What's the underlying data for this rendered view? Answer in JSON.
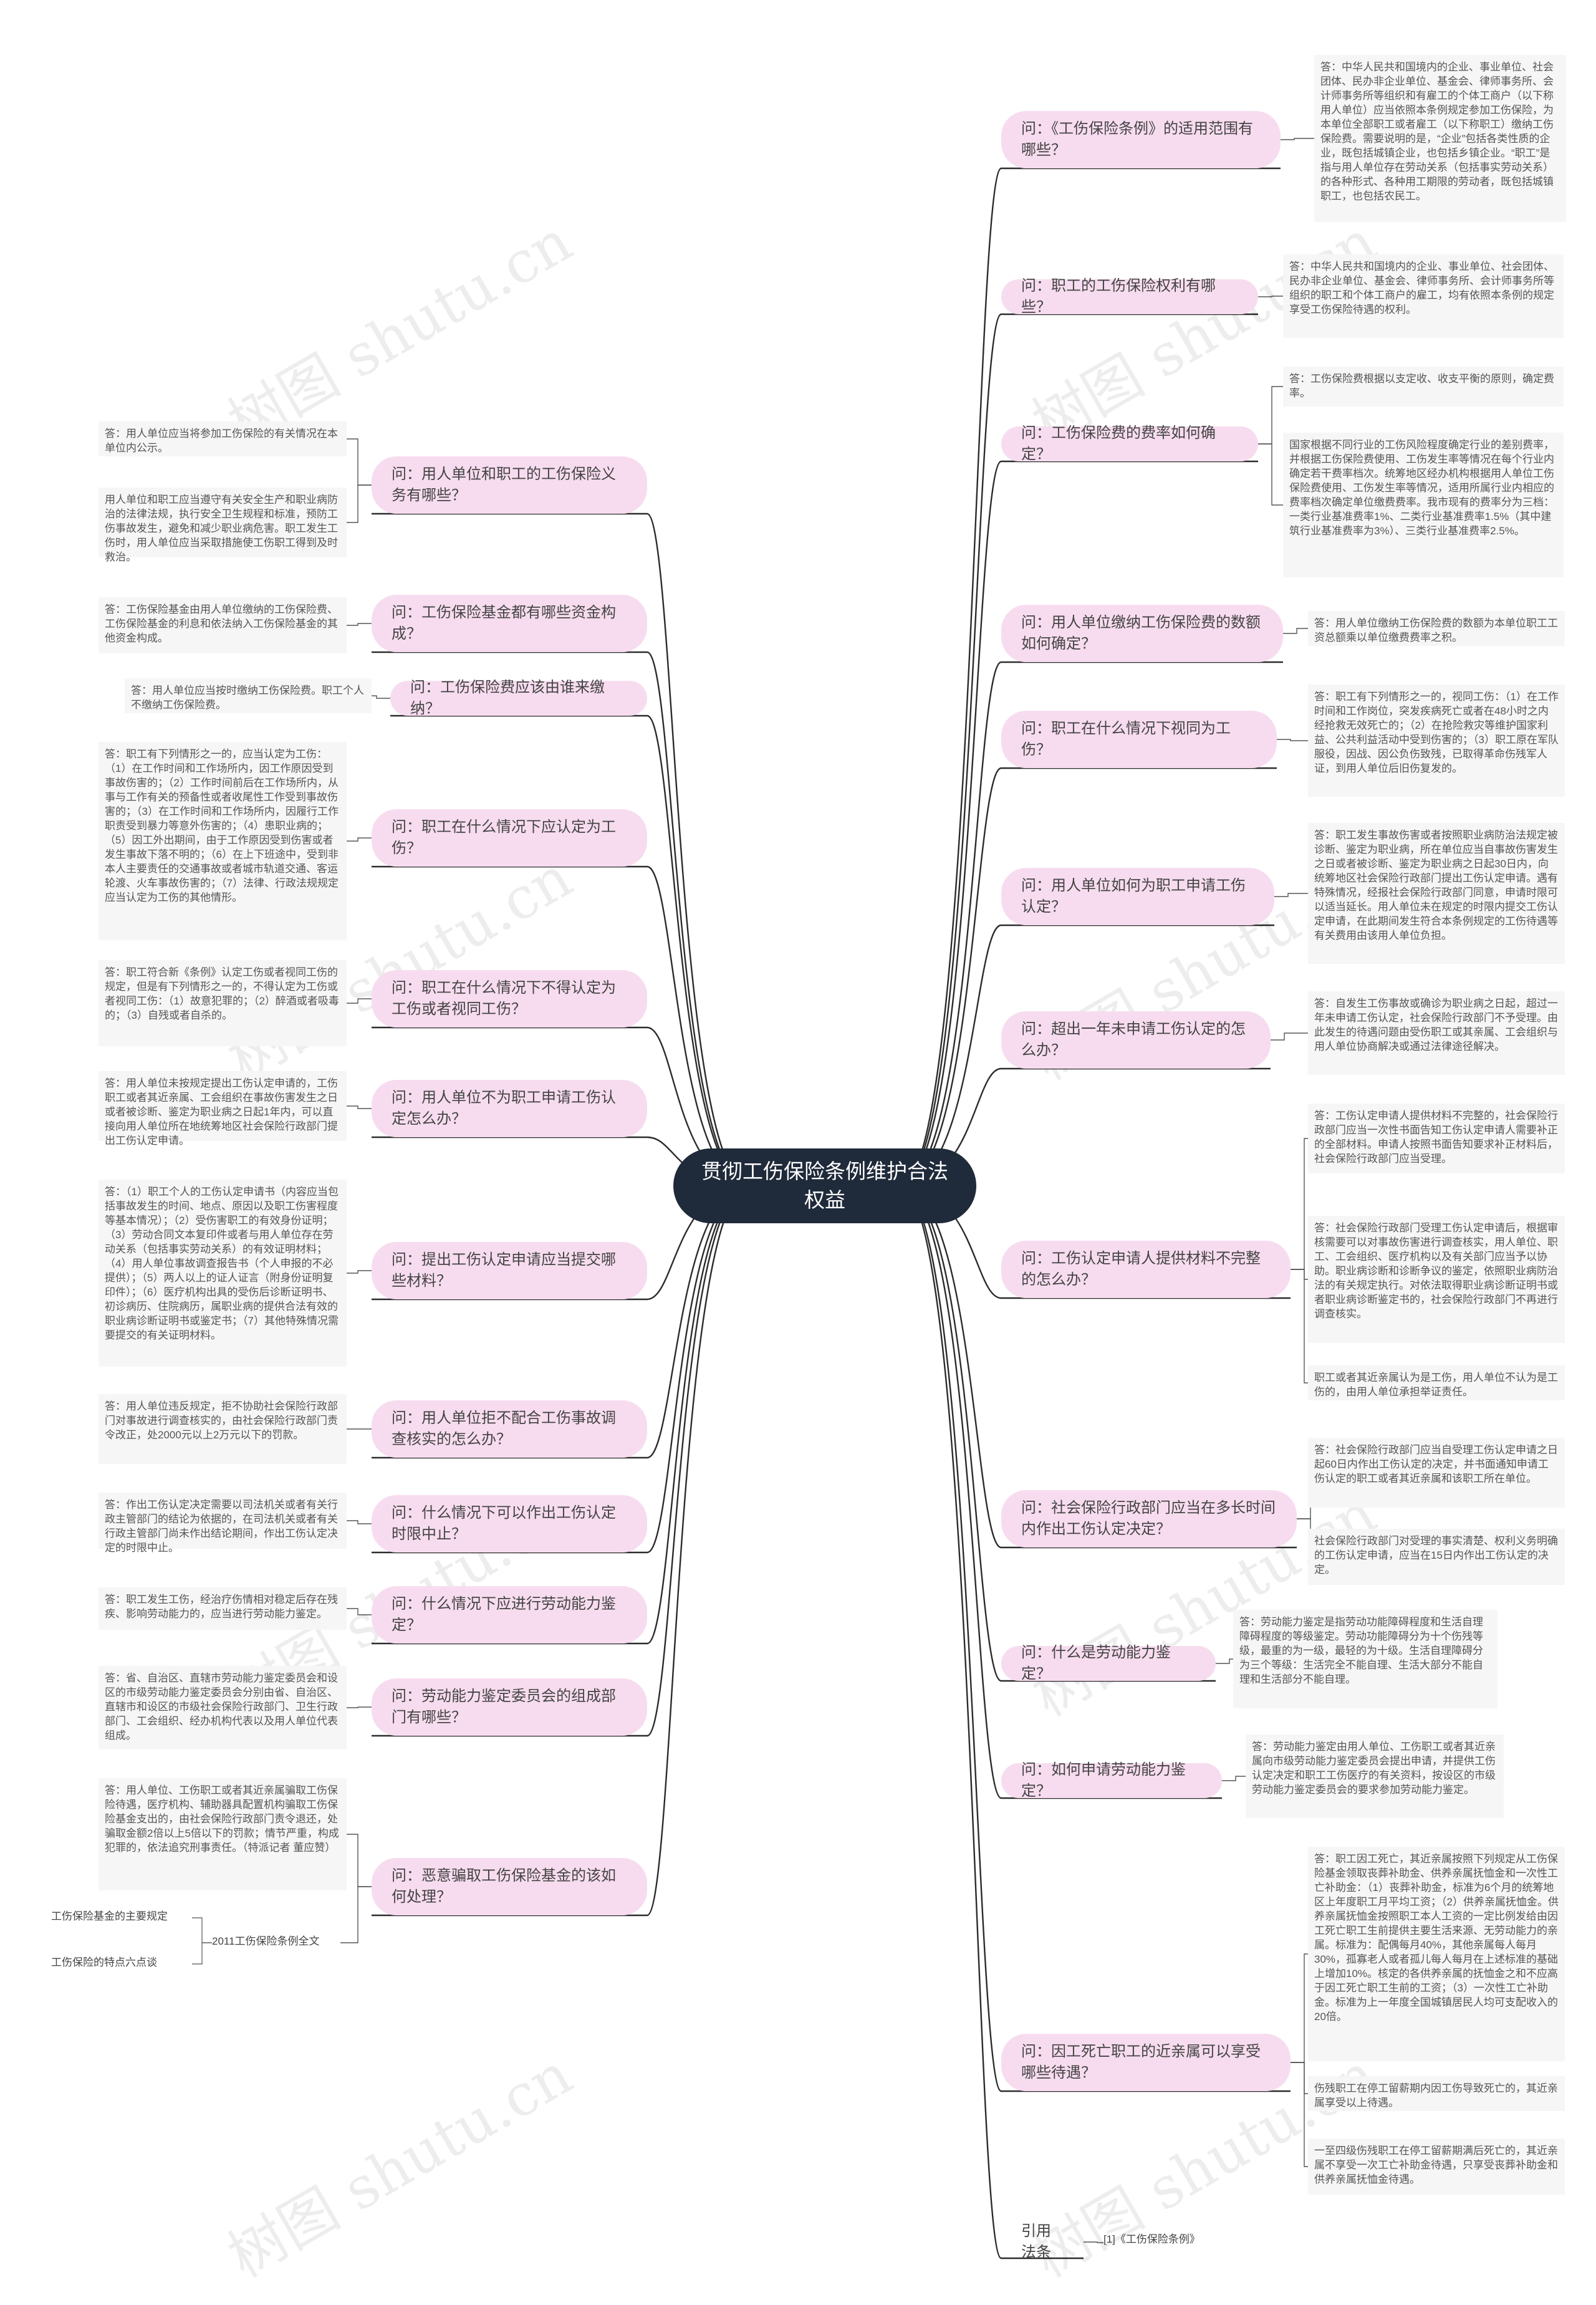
{
  "center": "贯彻工伤保险条例维护合法权益",
  "watermark": "树图 shutu.cn",
  "right": [
    {
      "q": "问：《工伤保险条例》的适用范围有哪些？",
      "answers": [
        "答：中华人民共和国境内的企业、事业单位、社会团体、民办非企业单位、基金会、律师事务所、会计师事务所等组织和有雇工的个体工商户（以下称用人单位）应当依照本条例规定参加工伤保险，为本单位全部职工或者雇工（以下称职工）缴纳工伤保险费。需要说明的是，“企业”包括各类性质的企业，既包括城镇企业，也包括乡镇企业。“职工”是指与用人单位存在劳动关系（包括事实劳动关系）的各种形式、各种用工期限的劳动者，既包括城镇职工，也包括农民工。"
      ]
    },
    {
      "q": "问：职工的工伤保险权利有哪些？",
      "answers": [
        "答：中华人民共和国境内的企业、事业单位、社会团体、民办非企业单位、基金会、律师事务所、会计师事务所等组织的职工和个体工商户的雇工，均有依照本条例的规定享受工伤保险待遇的权利。"
      ]
    },
    {
      "q": "问：工伤保险费的费率如何确定？",
      "answers": [
        "答：工伤保险费根据以支定收、收支平衡的原则，确定费率。",
        "国家根据不同行业的工伤风险程度确定行业的差别费率，并根据工伤保险费使用、工伤发生率等情况在每个行业内确定若干费率档次。统筹地区经办机构根据用人单位工伤保险费使用、工伤发生率等情况，适用所属行业内相应的费率档次确定单位缴费费率。我市现有的费率分为三档：一类行业基准费率1%、二类行业基准费率1.5%（其中建筑行业基准费率为3%）、三类行业基准费率2.5%。"
      ]
    },
    {
      "q": "问：用人单位缴纳工伤保险费的数额如何确定？",
      "answers": [
        "答：用人单位缴纳工伤保险费的数额为本单位职工工资总额乘以单位缴费费率之积。"
      ]
    },
    {
      "q": "问：职工在什么情况下视同为工伤？",
      "answers": [
        "答：职工有下列情形之一的，视同工伤：（1）在工作时间和工作岗位，突发疾病死亡或者在48小时之内经抢救无效死亡的；（2）在抢险救灾等维护国家利益、公共利益活动中受到伤害的；（3）职工原在军队服役，因战、因公负伤致残，已取得革命伤残军人证，到用人单位后旧伤复发的。"
      ]
    },
    {
      "q": "问：用人单位如何为职工申请工伤认定？",
      "answers": [
        "答：职工发生事故伤害或者按照职业病防治法规定被诊断、鉴定为职业病，所在单位应当自事故伤害发生之日或者被诊断、鉴定为职业病之日起30日内，向统筹地区社会保险行政部门提出工伤认定申请。遇有特殊情况，经报社会保险行政部门同意，申请时限可以适当延长。用人单位未在规定的时限内提交工伤认定申请，在此期间发生符合本条例规定的工伤待遇等有关费用由该用人单位负担。"
      ]
    },
    {
      "q": "问：超出一年未申请工伤认定的怎么办？",
      "answers": [
        "答：自发生工伤事故或确诊为职业病之日起，超过一年未申请工伤认定，社会保险行政部门不予受理。由此发生的待遇问题由受伤职工或其亲属、工会组织与用人单位协商解决或通过法律途径解决。"
      ]
    },
    {
      "q": "问：工伤认定申请人提供材料不完整的怎么办？",
      "answers": [
        "答：工伤认定申请人提供材料不完整的，社会保险行政部门应当一次性书面告知工伤认定申请人需要补正的全部材料。申请人按照书面告知要求补正材料后，社会保险行政部门应当受理。",
        "答：社会保险行政部门受理工伤认定申请后，根据审核需要可以对事故伤害进行调查核实，用人单位、职工、工会组织、医疗机构以及有关部门应当予以协助。职业病诊断和诊断争议的鉴定，依照职业病防治法的有关规定执行。对依法取得职业病诊断证明书或者职业病诊断鉴定书的，社会保险行政部门不再进行调查核实。",
        "职工或者其近亲属认为是工伤，用人单位不认为是工伤的，由用人单位承担举证责任。"
      ]
    },
    {
      "q": "问：社会保险行政部门应当在多长时间内作出工伤认定决定？",
      "answers": [
        "答：社会保险行政部门应当自受理工伤认定申请之日起60日内作出工伤认定的决定，并书面通知申请工伤认定的职工或者其近亲属和该职工所在单位。",
        "社会保险行政部门对受理的事实清楚、权利义务明确的工伤认定申请，应当在15日内作出工伤认定的决定。"
      ]
    },
    {
      "q": "问：什么是劳动能力鉴定？",
      "answers": [
        "答：劳动能力鉴定是指劳动功能障碍程度和生活自理障碍程度的等级鉴定。劳动功能障碍分为十个伤残等级，最重的为一级，最轻的为十级。生活自理障碍分为三个等级：生活完全不能自理、生活大部分不能自理和生活部分不能自理。"
      ]
    },
    {
      "q": "问：如何申请劳动能力鉴定？",
      "answers": [
        "答：劳动能力鉴定由用人单位、工伤职工或者其近亲属向市级劳动能力鉴定委员会提出申请，并提供工伤认定决定和职工工伤医疗的有关资料，按设区的市级劳动能力鉴定委员会的要求参加劳动能力鉴定。"
      ]
    },
    {
      "q": "问：因工死亡职工的近亲属可以享受哪些待遇？",
      "answers": [
        "答：职工因工死亡，其近亲属按照下列规定从工伤保险基金领取丧葬补助金、供养亲属抚恤金和一次性工亡补助金：（1）丧葬补助金，标准为6个月的统筹地区上年度职工月平均工资；（2）供养亲属抚恤金。供养亲属抚恤金按照职工本人工资的一定比例发给由因工死亡职工生前提供主要生活来源、无劳动能力的亲属。标准为：配偶每月40%，其他亲属每人每月30%，孤寡老人或者孤儿每人每月在上述标准的基础上增加10%。核定的各供养亲属的抚恤金之和不应高于因工死亡职工生前的工资；（3）一次性工亡补助金。标准为上一年度全国城镇居民人均可支配收入的20倍。",
        "伤残职工在停工留薪期内因工伤导致死亡的，其近亲属享受以上待遇。",
        "一至四级伤残职工在停工留薪期满后死亡的，其近亲属不享受一次工亡补助金待遇，只享受丧葬补助金和供养亲属抚恤金待遇。"
      ]
    },
    {
      "q": "引用法条",
      "answers": [
        "[1]《工伤保险条例》"
      ]
    }
  ],
  "left": [
    {
      "q": "问：用人单位和职工的工伤保险义务有哪些？",
      "answers": [
        "答：用人单位应当将参加工伤保险的有关情况在本单位内公示。",
        "用人单位和职工应当遵守有关安全生产和职业病防治的法律法规，执行安全卫生规程和标准，预防工伤事故发生，避免和减少职业病危害。职工发生工伤时，用人单位应当采取措施使工伤职工得到及时救治。"
      ]
    },
    {
      "q": "问：工伤保险基金都有哪些资金构成？",
      "answers": [
        "答：工伤保险基金由用人单位缴纳的工伤保险费、工伤保险基金的利息和依法纳入工伤保险基金的其他资金构成。"
      ]
    },
    {
      "q": "问：工伤保险费应该由谁来缴纳？",
      "answers": [
        "答：用人单位应当按时缴纳工伤保险费。职工个人不缴纳工伤保险费。"
      ]
    },
    {
      "q": "问：职工在什么情况下应认定为工伤？",
      "answers": [
        "答：职工有下列情形之一的，应当认定为工伤：（1）在工作时间和工作场所内，因工作原因受到事故伤害的；（2）工作时间前后在工作场所内，从事与工作有关的预备性或者收尾性工作受到事故伤害的；（3）在工作时间和工作场所内，因履行工作职责受到暴力等意外伤害的；（4）患职业病的；（5）因工外出期间，由于工作原因受到伤害或者发生事故下落不明的；（6）在上下班途中，受到非本人主要责任的交通事故或者城市轨道交通、客运轮渡、火车事故伤害的；（7）法律、行政法规规定应当认定为工伤的其他情形。"
      ]
    },
    {
      "q": "问：职工在什么情况下不得认定为工伤或者视同工伤？",
      "answers": [
        "答：职工符合新《条例》认定工伤或者视同工伤的规定，但是有下列情形之一的，不得认定为工伤或者视同工伤：（1）故意犯罪的；（2）醉酒或者吸毒的；（3）自残或者自杀的。"
      ]
    },
    {
      "q": "问：用人单位不为职工申请工伤认定怎么办？",
      "answers": [
        "答：用人单位未按规定提出工伤认定申请的，工伤职工或者其近亲属、工会组织在事故伤害发生之日或者被诊断、鉴定为职业病之日起1年内，可以直接向用人单位所在地统筹地区社会保险行政部门提出工伤认定申请。"
      ]
    },
    {
      "q": "问：提出工伤认定申请应当提交哪些材料？",
      "answers": [
        "答：（1）职工个人的工伤认定申请书（内容应当包括事故发生的时间、地点、原因以及职工伤害程度等基本情况）；（2）受伤害职工的有效身份证明；（3）劳动合同文本复印件或者与用人单位存在劳动关系（包括事实劳动关系）的有效证明材料；（4）用人单位事故调查报告书（个人申报的不必提供）；（5）两人以上的证人证言（附身份证明复印件）；（6）医疗机构出具的受伤后诊断证明书、初诊病历、住院病历，属职业病的提供合法有效的职业病诊断证明书或鉴定书；（7）其他特殊情况需要提交的有关证明材料。"
      ]
    },
    {
      "q": "问：用人单位拒不配合工伤事故调查核实的怎么办？",
      "answers": [
        "答：用人单位违反规定，拒不协助社会保险行政部门对事故进行调查核实的，由社会保险行政部门责令改正，处2000元以上2万元以下的罚款。"
      ]
    },
    {
      "q": "问：什么情况下可以作出工伤认定时限中止？",
      "answers": [
        "答：作出工伤认定决定需要以司法机关或者有关行政主管部门的结论为依据的，在司法机关或者有关行政主管部门尚未作出结论期间，作出工伤认定决定的时限中止。"
      ]
    },
    {
      "q": "问：什么情况下应进行劳动能力鉴定？",
      "answers": [
        "答：职工发生工伤，经治疗伤情相对稳定后存在残疾、影响劳动能力的，应当进行劳动能力鉴定。"
      ]
    },
    {
      "q": "问：劳动能力鉴定委员会的组成部门有哪些？",
      "answers": [
        "答：省、自治区、直辖市劳动能力鉴定委员会和设区的市级劳动能力鉴定委员会分别由省、自治区、直辖市和设区的市级社会保险行政部门、卫生行政部门、工会组织、经办机构代表以及用人单位代表组成。"
      ]
    },
    {
      "q": "问：恶意骗取工伤保险基金的该如何处理？",
      "answers": [
        "答：用人单位、工伤职工或者其近亲属骗取工伤保险待遇，医疗机构、辅助器具配置机构骗取工伤保险基金支出的，由社会保险行政部门责令退还，处骗取金额2倍以上5倍以下的罚款；情节严重，构成犯罪的，依法追究刑事责任。（特派记者 董应赞）"
      ],
      "related": {
        "label": "2011工伤保险条例全文",
        "items": [
          "工伤保险基金的主要规定",
          "工伤保险的特点六点谈"
        ]
      }
    }
  ]
}
